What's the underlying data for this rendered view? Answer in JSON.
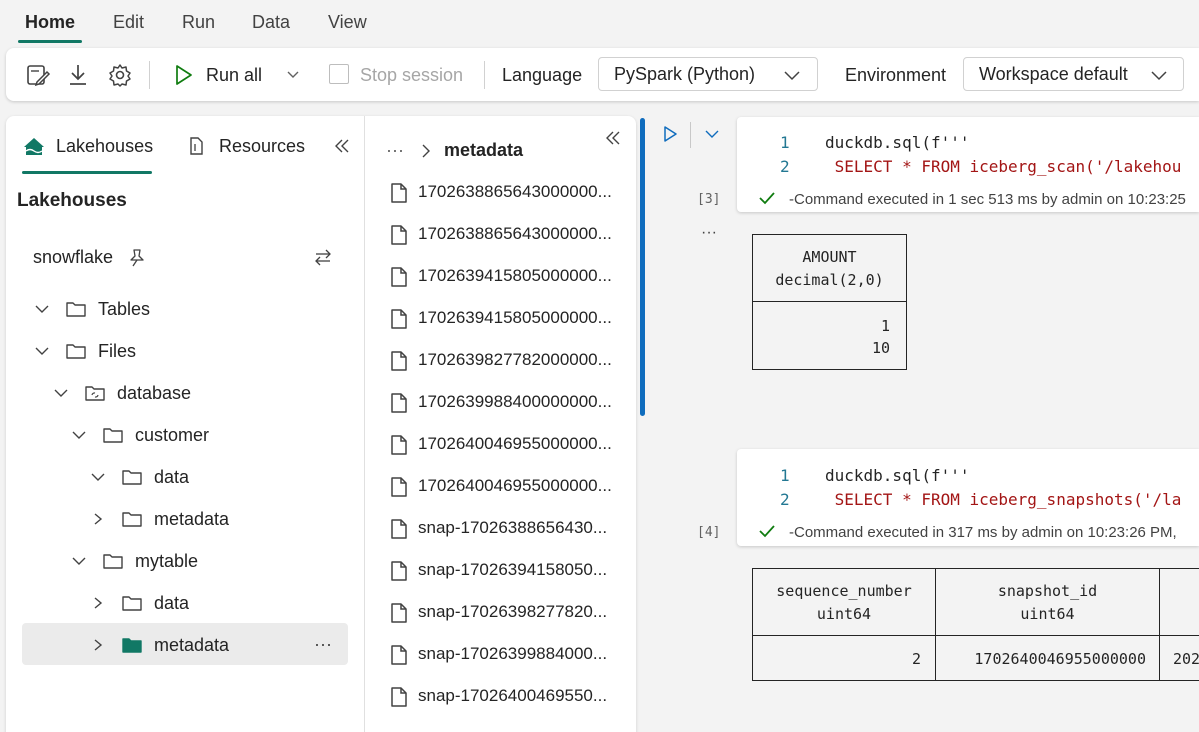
{
  "menu": {
    "items": [
      "Home",
      "Edit",
      "Run",
      "Data",
      "View"
    ]
  },
  "toolbar": {
    "run_all": "Run all",
    "stop_session": "Stop session",
    "language_label": "Language",
    "language_value": "PySpark (Python)",
    "environment_label": "Environment",
    "environment_value": "Workspace default"
  },
  "explorer": {
    "tabs": [
      "Lakehouses",
      "Resources"
    ],
    "section_title": "Lakehouses",
    "lakehouse_name": "snowflake",
    "tree": {
      "tables": "Tables",
      "files": "Files",
      "database": "database",
      "customer": "customer",
      "customer_data": "data",
      "customer_metadata": "metadata",
      "mytable": "mytable",
      "mytable_data": "data",
      "mytable_metadata": "metadata"
    }
  },
  "files": {
    "breadcrumb_ellipsis": "···",
    "breadcrumb_current": "metadata",
    "items": [
      "1702638865643000000...",
      "1702638865643000000...",
      "1702639415805000000...",
      "1702639415805000000...",
      "1702639827782000000...",
      "1702639988400000000...",
      "1702640046955000000...",
      "1702640046955000000...",
      "snap-17026388656430...",
      "snap-17026394158050...",
      "snap-17026398277820...",
      "snap-17026399884000...",
      "snap-17026400469550..."
    ]
  },
  "cells": [
    {
      "exec_count": "[3]",
      "lines": [
        {
          "num": "1",
          "code": "duckdb.sql(f'''"
        },
        {
          "num": "2",
          "code": " SELECT * FROM iceberg_scan('/lakehou"
        }
      ],
      "status": "-Command executed in 1 sec 513 ms by admin on 10:23:25",
      "result": {
        "header_1": "AMOUNT",
        "header_2": "decimal(2,0)",
        "row_1": "1",
        "row_2": "10"
      }
    },
    {
      "exec_count": "[4]",
      "lines": [
        {
          "num": "1",
          "code": "duckdb.sql(f'''"
        },
        {
          "num": "2",
          "code": " SELECT * FROM iceberg_snapshots('/la"
        }
      ],
      "status": "-Command executed in 317 ms by admin on 10:23:26 PM, ",
      "result": {
        "col1_header_1": "sequence_number",
        "col1_header_2": "uint64",
        "col2_header_1": "snapshot_id",
        "col2_header_2": "uint64",
        "col1_value": "2",
        "col2_value": "1702640046955000000",
        "col3_value": "202"
      }
    }
  ],
  "more_dots": "···",
  "colors": {
    "accent": "#117865",
    "cell_active": "#0f6cbd",
    "success": "#107c10"
  }
}
